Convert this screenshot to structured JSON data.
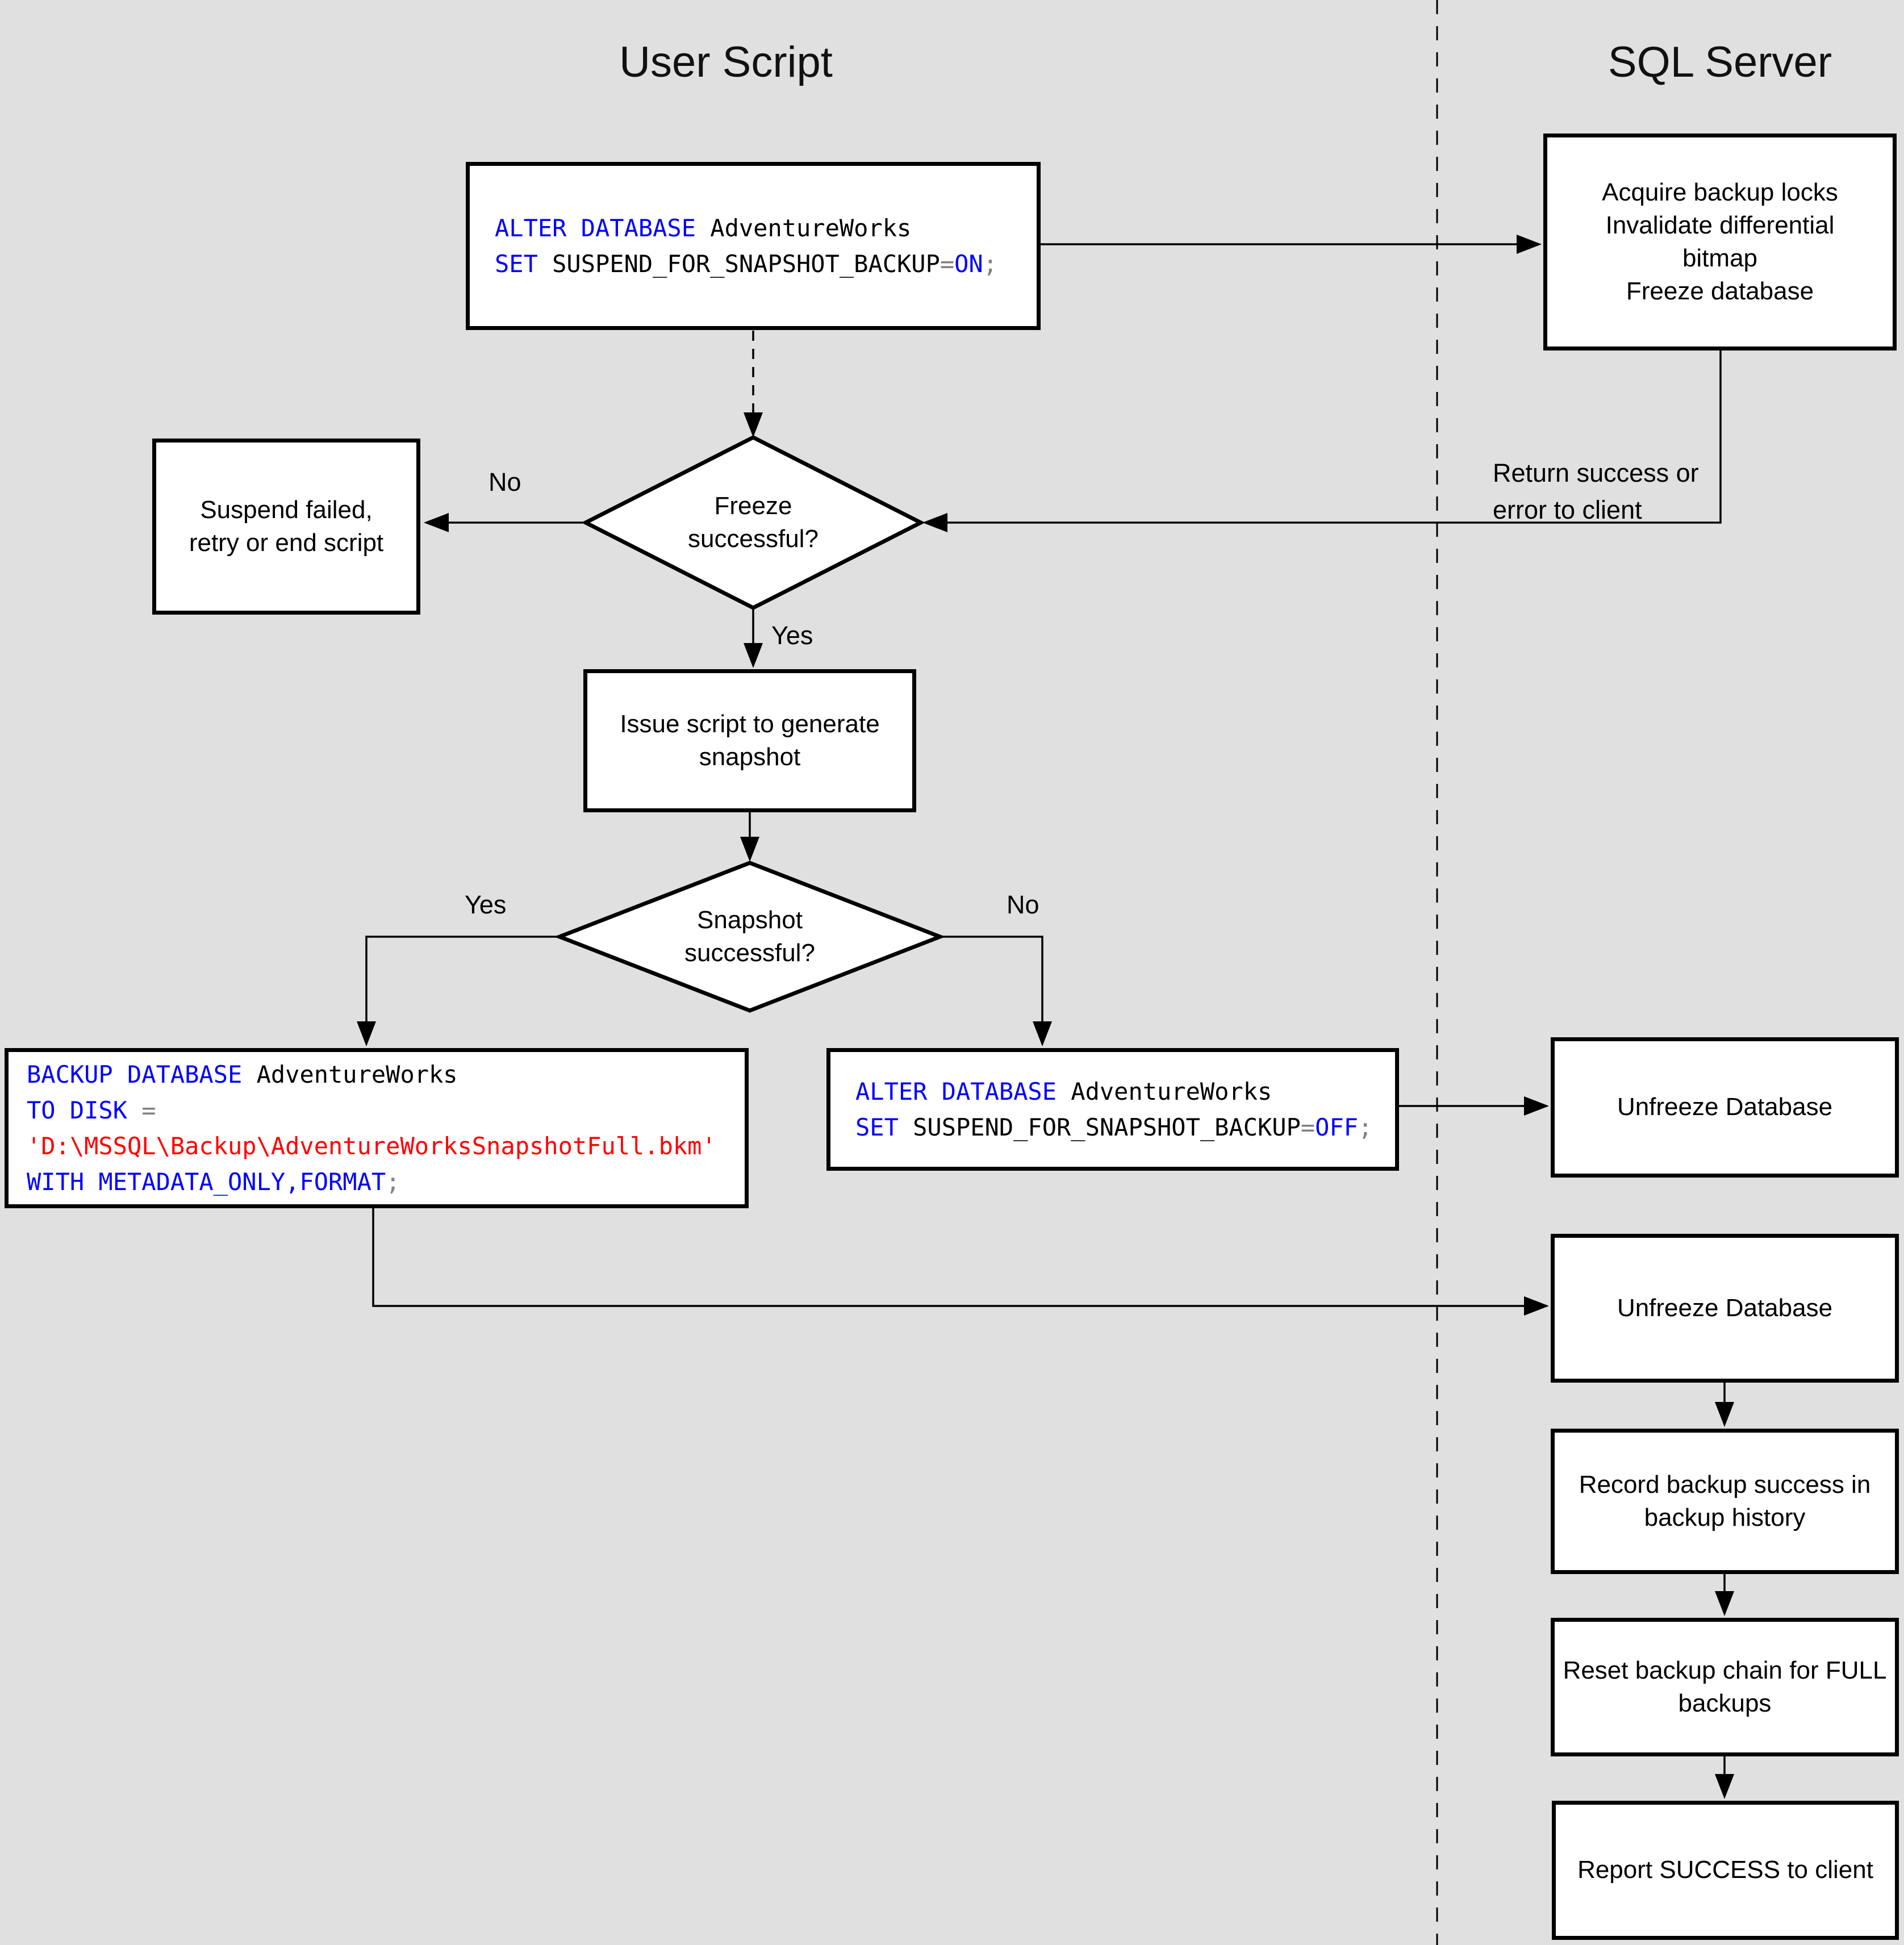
{
  "titles": {
    "user_script": "User Script",
    "sql_server": "SQL Server"
  },
  "edge_labels": {
    "freeze_no": "No",
    "freeze_yes": "Yes",
    "snapshot_yes": "Yes",
    "snapshot_no": "No",
    "return_note": "Return success or\nerror to client"
  },
  "nodes": {
    "alter_on": {
      "type": "code",
      "lines": [
        [
          {
            "t": "ALTER DATABASE",
            "c": "kw"
          },
          {
            "t": " AdventureWorks",
            "c": "id"
          }
        ],
        [
          {
            "t": "SET",
            "c": "kw"
          },
          {
            "t": " SUSPEND_FOR_SNAPSHOT_BACKUP",
            "c": "id"
          },
          {
            "t": "=",
            "c": "op"
          },
          {
            "t": "ON",
            "c": "kw"
          },
          {
            "t": ";",
            "c": "op"
          }
        ]
      ]
    },
    "acquire": {
      "type": "process",
      "text": "Acquire backup locks\nInvalidate differential\nbitmap\nFreeze database"
    },
    "freeze_q": {
      "type": "decision",
      "text": "Freeze\nsuccessful?"
    },
    "suspend_failed": {
      "type": "process",
      "text": "Suspend failed,\nretry or end script"
    },
    "issue_script": {
      "type": "process",
      "text": "Issue script to generate\nsnapshot"
    },
    "snapshot_q": {
      "type": "decision",
      "text": "Snapshot\nsuccessful?"
    },
    "backup_metadata": {
      "type": "code",
      "lines": [
        [
          {
            "t": "BACKUP DATABASE",
            "c": "kw"
          },
          {
            "t": " AdventureWorks",
            "c": "id"
          }
        ],
        [
          {
            "t": "TO DISK ",
            "c": "kw"
          },
          {
            "t": "=",
            "c": "op"
          }
        ],
        [
          {
            "t": "'D:\\MSSQL\\Backup\\AdventureWorksSnapshotFull.bkm'",
            "c": "str"
          }
        ],
        [
          {
            "t": "WITH METADATA_ONLY,FORMAT",
            "c": "kw"
          },
          {
            "t": ";",
            "c": "op"
          }
        ]
      ]
    },
    "alter_off": {
      "type": "code",
      "lines": [
        [
          {
            "t": "ALTER DATABASE",
            "c": "kw"
          },
          {
            "t": " AdventureWorks",
            "c": "id"
          }
        ],
        [
          {
            "t": "SET",
            "c": "kw"
          },
          {
            "t": " SUSPEND_FOR_SNAPSHOT_BACKUP",
            "c": "id"
          },
          {
            "t": "=",
            "c": "op"
          },
          {
            "t": "OFF",
            "c": "kw"
          },
          {
            "t": ";",
            "c": "op"
          }
        ]
      ]
    },
    "unfreeze1": {
      "type": "process",
      "text": "Unfreeze Database"
    },
    "unfreeze2": {
      "type": "process",
      "text": "Unfreeze Database"
    },
    "record_history": {
      "type": "process",
      "text": "Record backup success in\nbackup history"
    },
    "reset_chain": {
      "type": "process",
      "text": "Reset backup chain for FULL\nbackups"
    },
    "report_success": {
      "type": "process",
      "text": "Report SUCCESS to client"
    }
  },
  "colors": {
    "bg": "#e0e0e0",
    "box_fill": "#ffffff",
    "line": "#000000",
    "kw": "#0000ff",
    "id": "#000000",
    "op": "#808080",
    "str": "#ff0000"
  }
}
